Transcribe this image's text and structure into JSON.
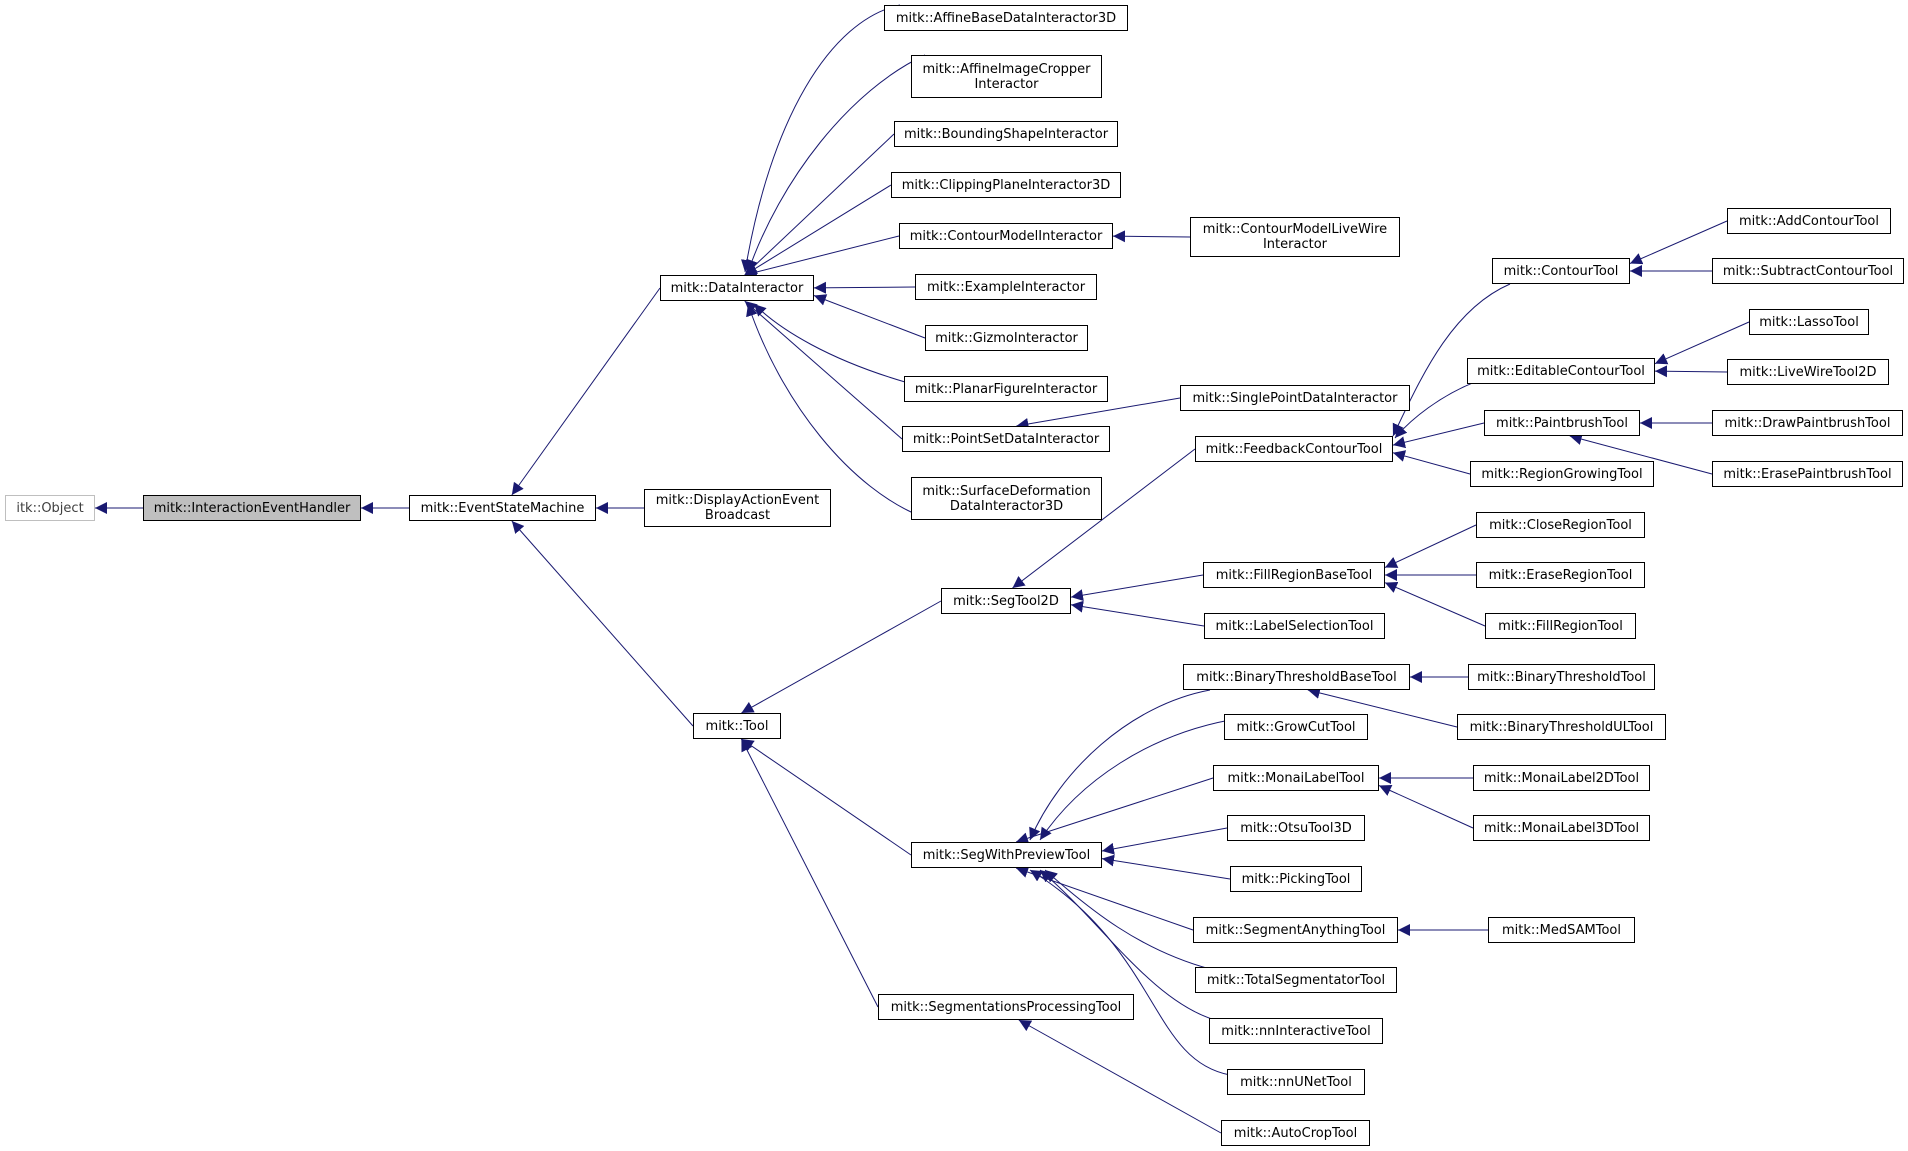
{
  "diagram": {
    "type": "inheritance-graph",
    "edge_color": "#191970",
    "node_fill": "#ffffff",
    "current_node_fill": "#bfbfbf",
    "external_node_border": "#bfbfbf",
    "nodes": [
      {
        "id": "itk_object",
        "label": "itk::Object",
        "style": "external"
      },
      {
        "id": "interaction_event_handler",
        "label": "mitk::InteractionEventHandler",
        "style": "current"
      },
      {
        "id": "event_state_machine",
        "label": "mitk::EventStateMachine"
      },
      {
        "id": "data_interactor",
        "label": "mitk::DataInteractor"
      },
      {
        "id": "display_action_event_broadcast",
        "label": "mitk::DisplayActionEvent\nBroadcast"
      },
      {
        "id": "tool",
        "label": "mitk::Tool"
      },
      {
        "id": "affine_base_data_interactor_3d",
        "label": "mitk::AffineBaseDataInteractor3D"
      },
      {
        "id": "affine_image_cropper_interactor",
        "label": "mitk::AffineImageCropper\nInteractor"
      },
      {
        "id": "bounding_shape_interactor",
        "label": "mitk::BoundingShapeInteractor"
      },
      {
        "id": "clipping_plane_interactor_3d",
        "label": "mitk::ClippingPlaneInteractor3D"
      },
      {
        "id": "contour_model_interactor",
        "label": "mitk::ContourModelInteractor"
      },
      {
        "id": "contour_model_live_wire_interactor",
        "label": "mitk::ContourModelLiveWire\nInteractor"
      },
      {
        "id": "example_interactor",
        "label": "mitk::ExampleInteractor"
      },
      {
        "id": "gizmo_interactor",
        "label": "mitk::GizmoInteractor"
      },
      {
        "id": "planar_figure_interactor",
        "label": "mitk::PlanarFigureInteractor"
      },
      {
        "id": "point_set_data_interactor",
        "label": "mitk::PointSetDataInteractor"
      },
      {
        "id": "single_point_data_interactor",
        "label": "mitk::SinglePointDataInteractor"
      },
      {
        "id": "surface_deformation_data_interactor_3d",
        "label": "mitk::SurfaceDeformation\nDataInteractor3D"
      },
      {
        "id": "seg_tool_2d",
        "label": "mitk::SegTool2D"
      },
      {
        "id": "seg_with_preview_tool",
        "label": "mitk::SegWithPreviewTool"
      },
      {
        "id": "segmentations_processing_tool",
        "label": "mitk::SegmentationsProcessingTool"
      },
      {
        "id": "feedback_contour_tool",
        "label": "mitk::FeedbackContourTool"
      },
      {
        "id": "fill_region_base_tool",
        "label": "mitk::FillRegionBaseTool"
      },
      {
        "id": "label_selection_tool",
        "label": "mitk::LabelSelectionTool"
      },
      {
        "id": "contour_tool",
        "label": "mitk::ContourTool"
      },
      {
        "id": "editable_contour_tool",
        "label": "mitk::EditableContourTool"
      },
      {
        "id": "paintbrush_tool",
        "label": "mitk::PaintbrushTool"
      },
      {
        "id": "region_growing_tool",
        "label": "mitk::RegionGrowingTool"
      },
      {
        "id": "add_contour_tool",
        "label": "mitk::AddContourTool"
      },
      {
        "id": "subtract_contour_tool",
        "label": "mitk::SubtractContourTool"
      },
      {
        "id": "lasso_tool",
        "label": "mitk::LassoTool"
      },
      {
        "id": "live_wire_tool_2d",
        "label": "mitk::LiveWireTool2D"
      },
      {
        "id": "draw_paintbrush_tool",
        "label": "mitk::DrawPaintbrushTool"
      },
      {
        "id": "erase_paintbrush_tool",
        "label": "mitk::ErasePaintbrushTool"
      },
      {
        "id": "close_region_tool",
        "label": "mitk::CloseRegionTool"
      },
      {
        "id": "erase_region_tool",
        "label": "mitk::EraseRegionTool"
      },
      {
        "id": "fill_region_tool",
        "label": "mitk::FillRegionTool"
      },
      {
        "id": "binary_threshold_base_tool",
        "label": "mitk::BinaryThresholdBaseTool"
      },
      {
        "id": "grow_cut_tool",
        "label": "mitk::GrowCutTool"
      },
      {
        "id": "monai_label_tool",
        "label": "mitk::MonaiLabelTool"
      },
      {
        "id": "otsu_tool_3d",
        "label": "mitk::OtsuTool3D"
      },
      {
        "id": "picking_tool",
        "label": "mitk::PickingTool"
      },
      {
        "id": "segment_anything_tool",
        "label": "mitk::SegmentAnythingTool"
      },
      {
        "id": "total_segmentator_tool",
        "label": "mitk::TotalSegmentatorTool"
      },
      {
        "id": "nn_interactive_tool",
        "label": "mitk::nnInteractiveTool"
      },
      {
        "id": "nn_unet_tool",
        "label": "mitk::nnUNetTool"
      },
      {
        "id": "auto_crop_tool",
        "label": "mitk::AutoCropTool"
      },
      {
        "id": "binary_threshold_tool",
        "label": "mitk::BinaryThresholdTool"
      },
      {
        "id": "binary_threshold_ul_tool",
        "label": "mitk::BinaryThresholdULTool"
      },
      {
        "id": "monai_label_2d_tool",
        "label": "mitk::MonaiLabel2DTool"
      },
      {
        "id": "monai_label_3d_tool",
        "label": "mitk::MonaiLabel3DTool"
      },
      {
        "id": "med_sam_tool",
        "label": "mitk::MedSAMTool"
      }
    ],
    "edges": [
      {
        "child": "interaction_event_handler",
        "parent": "itk_object"
      },
      {
        "child": "event_state_machine",
        "parent": "interaction_event_handler"
      },
      {
        "child": "data_interactor",
        "parent": "event_state_machine"
      },
      {
        "child": "display_action_event_broadcast",
        "parent": "event_state_machine"
      },
      {
        "child": "tool",
        "parent": "event_state_machine"
      },
      {
        "child": "affine_base_data_interactor_3d",
        "parent": "data_interactor"
      },
      {
        "child": "affine_image_cropper_interactor",
        "parent": "data_interactor"
      },
      {
        "child": "bounding_shape_interactor",
        "parent": "data_interactor"
      },
      {
        "child": "clipping_plane_interactor_3d",
        "parent": "data_interactor"
      },
      {
        "child": "contour_model_interactor",
        "parent": "data_interactor"
      },
      {
        "child": "example_interactor",
        "parent": "data_interactor"
      },
      {
        "child": "gizmo_interactor",
        "parent": "data_interactor"
      },
      {
        "child": "planar_figure_interactor",
        "parent": "data_interactor"
      },
      {
        "child": "point_set_data_interactor",
        "parent": "data_interactor"
      },
      {
        "child": "surface_deformation_data_interactor_3d",
        "parent": "data_interactor"
      },
      {
        "child": "contour_model_live_wire_interactor",
        "parent": "contour_model_interactor"
      },
      {
        "child": "single_point_data_interactor",
        "parent": "point_set_data_interactor"
      },
      {
        "child": "seg_tool_2d",
        "parent": "tool"
      },
      {
        "child": "seg_with_preview_tool",
        "parent": "tool"
      },
      {
        "child": "segmentations_processing_tool",
        "parent": "tool"
      },
      {
        "child": "feedback_contour_tool",
        "parent": "seg_tool_2d"
      },
      {
        "child": "fill_region_base_tool",
        "parent": "seg_tool_2d"
      },
      {
        "child": "label_selection_tool",
        "parent": "seg_tool_2d"
      },
      {
        "child": "contour_tool",
        "parent": "feedback_contour_tool"
      },
      {
        "child": "editable_contour_tool",
        "parent": "feedback_contour_tool"
      },
      {
        "child": "paintbrush_tool",
        "parent": "feedback_contour_tool"
      },
      {
        "child": "region_growing_tool",
        "parent": "feedback_contour_tool"
      },
      {
        "child": "add_contour_tool",
        "parent": "contour_tool"
      },
      {
        "child": "subtract_contour_tool",
        "parent": "contour_tool"
      },
      {
        "child": "lasso_tool",
        "parent": "editable_contour_tool"
      },
      {
        "child": "live_wire_tool_2d",
        "parent": "editable_contour_tool"
      },
      {
        "child": "draw_paintbrush_tool",
        "parent": "paintbrush_tool"
      },
      {
        "child": "erase_paintbrush_tool",
        "parent": "paintbrush_tool"
      },
      {
        "child": "close_region_tool",
        "parent": "fill_region_base_tool"
      },
      {
        "child": "erase_region_tool",
        "parent": "fill_region_base_tool"
      },
      {
        "child": "fill_region_tool",
        "parent": "fill_region_base_tool"
      },
      {
        "child": "binary_threshold_base_tool",
        "parent": "seg_with_preview_tool"
      },
      {
        "child": "grow_cut_tool",
        "parent": "seg_with_preview_tool"
      },
      {
        "child": "monai_label_tool",
        "parent": "seg_with_preview_tool"
      },
      {
        "child": "otsu_tool_3d",
        "parent": "seg_with_preview_tool"
      },
      {
        "child": "picking_tool",
        "parent": "seg_with_preview_tool"
      },
      {
        "child": "segment_anything_tool",
        "parent": "seg_with_preview_tool"
      },
      {
        "child": "total_segmentator_tool",
        "parent": "seg_with_preview_tool"
      },
      {
        "child": "nn_interactive_tool",
        "parent": "seg_with_preview_tool"
      },
      {
        "child": "nn_unet_tool",
        "parent": "seg_with_preview_tool"
      },
      {
        "child": "auto_crop_tool",
        "parent": "segmentations_processing_tool"
      },
      {
        "child": "binary_threshold_tool",
        "parent": "binary_threshold_base_tool"
      },
      {
        "child": "binary_threshold_ul_tool",
        "parent": "binary_threshold_base_tool"
      },
      {
        "child": "monai_label_2d_tool",
        "parent": "monai_label_tool"
      },
      {
        "child": "monai_label_3d_tool",
        "parent": "monai_label_tool"
      },
      {
        "child": "med_sam_tool",
        "parent": "segment_anything_tool"
      }
    ]
  }
}
